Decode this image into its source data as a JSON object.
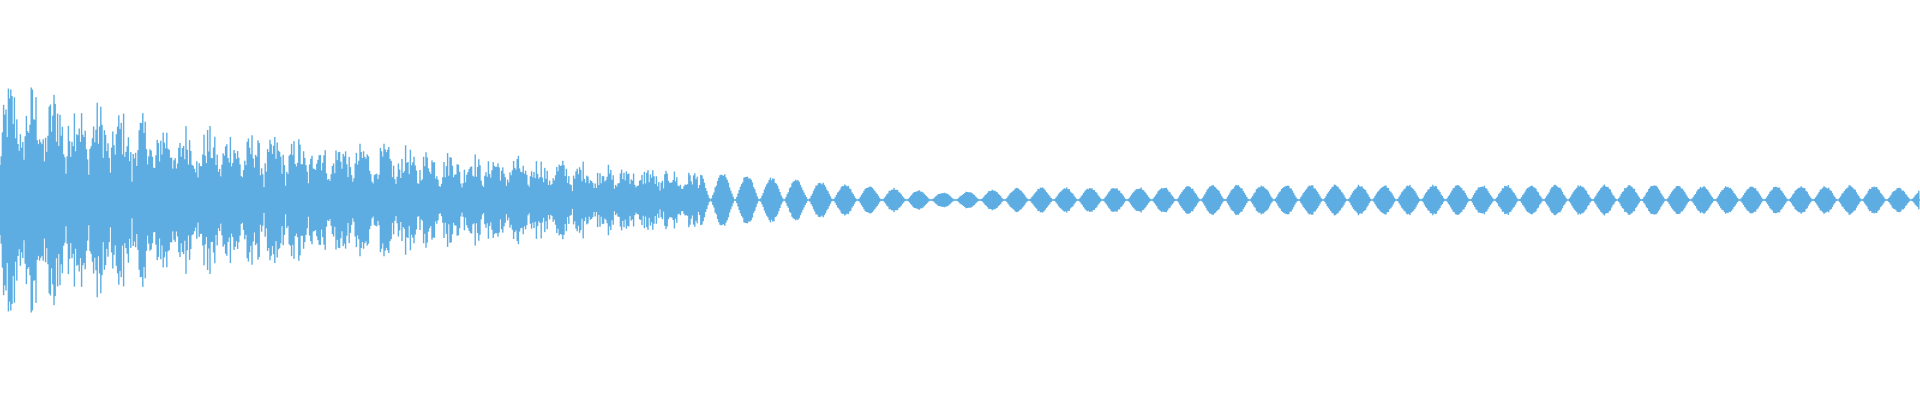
{
  "waveform": {
    "color": "#5DADE2",
    "background": "#ffffff",
    "envelope": [
      0.95,
      0.92,
      0.88,
      0.8,
      0.72,
      0.66,
      0.62,
      0.58,
      0.55,
      0.52,
      0.5,
      0.48,
      0.46,
      0.44,
      0.42,
      0.4,
      0.38,
      0.36,
      0.34,
      0.32,
      0.3,
      0.28,
      0.26,
      0.24,
      0.22,
      0.2,
      0.18,
      0.16,
      0.14,
      0.12,
      0.1,
      0.08,
      0.06,
      0.07,
      0.09,
      0.1,
      0.1,
      0.1,
      0.1,
      0.1,
      0.11,
      0.12,
      0.12,
      0.12,
      0.12,
      0.12,
      0.12,
      0.12,
      0.12,
      0.12,
      0.12,
      0.12,
      0.12,
      0.12,
      0.12,
      0.12,
      0.12,
      0.11,
      0.11,
      0.11,
      0.11,
      0.11,
      0.11,
      0.12,
      0.1,
      0.09
    ]
  }
}
